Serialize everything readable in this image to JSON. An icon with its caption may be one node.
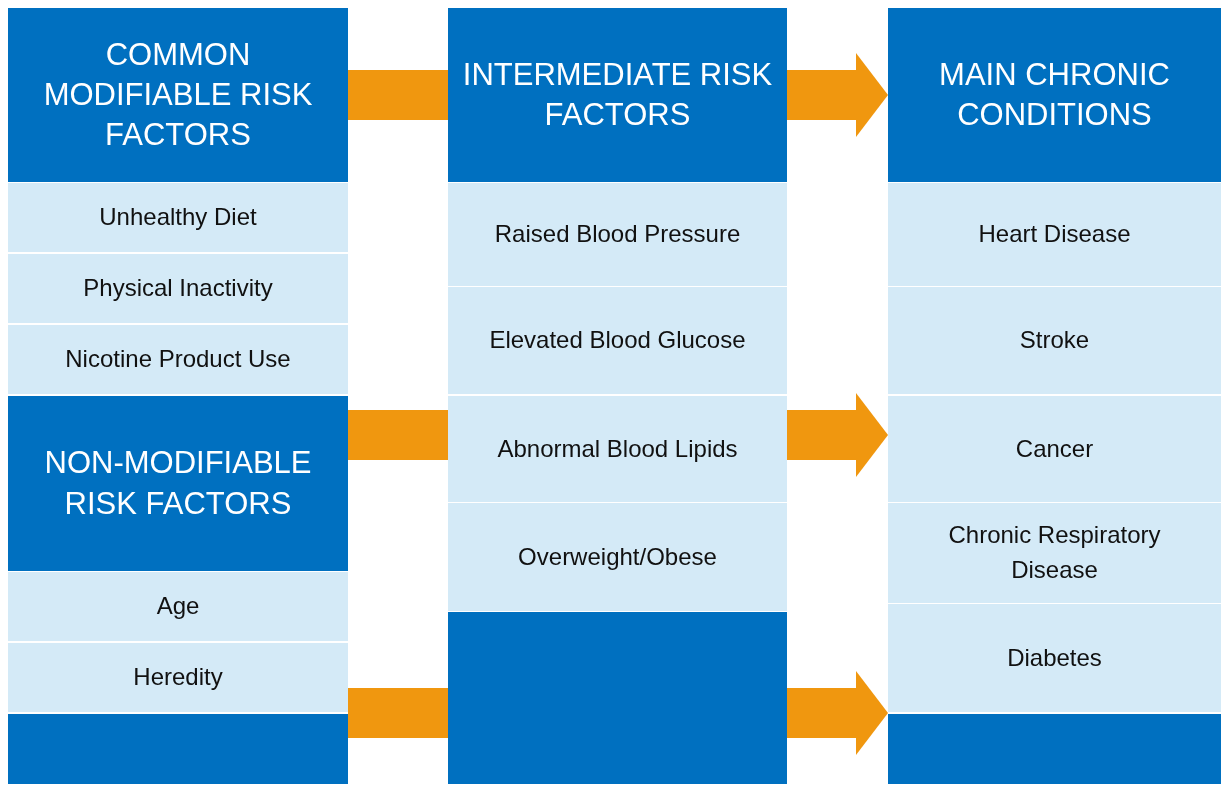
{
  "diagram": {
    "nodes": [
      {
        "text": [
          "COMMON MODIFIABLE RISK FACTORS"
        ]
      },
      {
        "text": [
          "Unhealthy Diet"
        ]
      },
      {
        "text": [
          "Physical Inactivity"
        ]
      },
      {
        "text": [
          "Nicotine Product Use"
        ]
      },
      {
        "text": [
          "NON-MODIFIABLE RISK FACTORS"
        ]
      },
      {
        "text": [
          "Age"
        ]
      },
      {
        "text": [
          "Heredity"
        ]
      },
      {
        "text": [],
        "shape": "box"
      },
      {
        "text": [
          "INTERMEDIATE RISK FACTORS"
        ]
      },
      {
        "text": [
          "Raised Blood Pressure"
        ]
      },
      {
        "text": [
          "Elevated Blood Glucose"
        ]
      },
      {
        "text": [
          "Abnormal Blood Lipids"
        ]
      },
      {
        "text": [
          "Overweight/Obese"
        ]
      },
      {
        "text": [],
        "shape": "box"
      },
      {
        "text": [
          "MAIN CHRONIC CONDITIONS"
        ]
      },
      {
        "text": [
          "Heart Disease"
        ]
      },
      {
        "text": [
          "Stroke"
        ]
      },
      {
        "text": [
          "Cancer"
        ]
      },
      {
        "text": [
          "Chronic Respiratory Disease"
        ]
      },
      {
        "text": [
          "Diabetes"
        ]
      },
      {
        "text": [],
        "shape": "box"
      }
    ],
    "edges": [
      {
        "from": 0,
        "to": 8,
        "arrow": "none"
      },
      {
        "from": 4,
        "to": 11,
        "arrow": "none"
      },
      {
        "from": 7,
        "to": 13,
        "arrow": "none"
      },
      {
        "from": 8,
        "to": 14,
        "arrow": "to"
      },
      {
        "from": 11,
        "to": 17,
        "arrow": "to"
      },
      {
        "from": 13,
        "to": 20,
        "arrow": "to"
      }
    ]
  }
}
